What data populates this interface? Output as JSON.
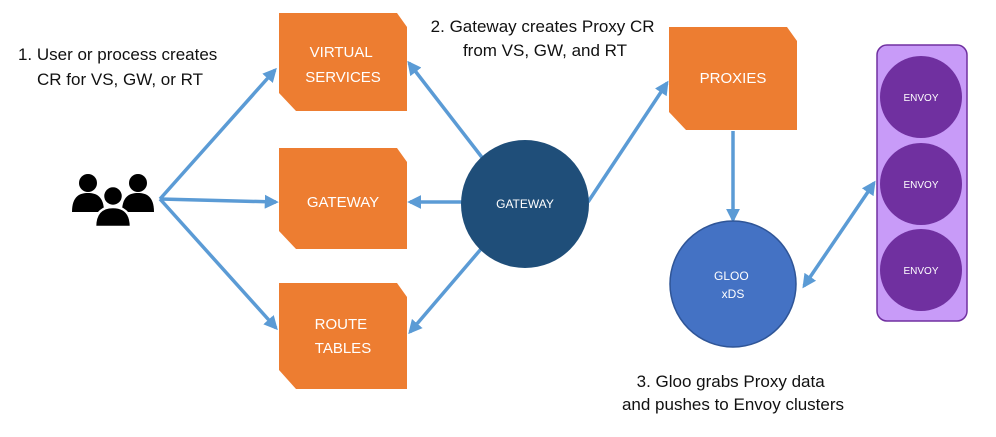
{
  "steps": {
    "step1": [
      "1. User or process creates",
      "CR for VS, GW, or RT"
    ],
    "step2": [
      "2. Gateway creates Proxy CR",
      "from VS, GW, and RT"
    ],
    "step3": [
      "3. Gloo grabs Proxy data",
      "and pushes to Envoy clusters"
    ]
  },
  "crs": {
    "virtual_services": [
      "VIRTUAL",
      "SERVICES"
    ],
    "gateway": [
      "GATEWAY"
    ],
    "route_tables": [
      "ROUTE",
      "TABLES"
    ],
    "proxies": [
      "PROXIES"
    ]
  },
  "nodes": {
    "gateway_controller": "GATEWAY",
    "gloo": [
      "GLOO",
      "xDS"
    ]
  },
  "envoys": [
    "ENVOY",
    "ENVOY",
    "ENVOY"
  ],
  "icons": {
    "users": "users-icon"
  },
  "colors": {
    "cr_fill": "#ED7D31",
    "arrow": "#5B9BD5",
    "gateway_node": "#1F4E79",
    "gloo_node": "#4472C4",
    "envoy_node": "#7030A0",
    "cluster_fill": "#C89BF8",
    "text_dark": "#111111"
  }
}
